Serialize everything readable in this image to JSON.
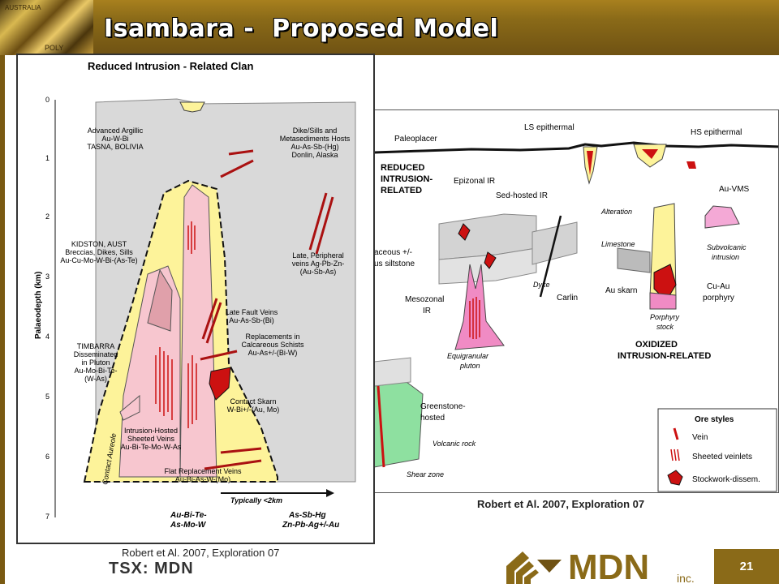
{
  "header": {
    "title": "Isambara -  Proposed Model",
    "photo_label": "AUSTRALIA",
    "photo_label_2": "POLY"
  },
  "left_figure": {
    "title": "Reduced Intrusion - Related Clan",
    "axis_label": "Palaeodepth (km)",
    "ticks": [
      "0",
      "1",
      "2",
      "3",
      "4",
      "5",
      "6",
      "7"
    ],
    "labels": {
      "advanced_argillic": [
        "Advanced Argillic",
        "Au-W-Bi",
        "TASNA, BOLIVIA"
      ],
      "dike_sills": [
        "Dike/Sills and",
        "Metasediments Hosts",
        "Au-As-Sb-(Hg)",
        "Donlin, Alaska"
      ],
      "kidston": [
        "KIDSTON, AUST",
        "Breccias, Dikes, Sills",
        "Au-Cu-Mo-W-Bi-(As-Te)"
      ],
      "late_peripheral": [
        "Late, Peripheral",
        "veins Ag-Pb-Zn-",
        "(Au-Sb-As)"
      ],
      "late_fault": [
        "Late Fault Veins",
        "Au-As-Sb-(Bi)"
      ],
      "replacements": [
        "Replacements in",
        "Calcareous Schists",
        "Au-As+/-(Bi-W)"
      ],
      "timbarra": [
        "TIMBARRA",
        "Disseminated",
        "in Pluton",
        "Au-Mo-Bi-Te-",
        "(W-As)"
      ],
      "contact_skarn": [
        "Contact Skarn",
        "W-Bi+/-(Au, Mo)"
      ],
      "sheeted_veins": [
        "Intrusion-Hosted",
        "Sheeted Veins",
        "Au-Bi-Te-Mo-W-As"
      ],
      "flat_replacement": [
        "Flat Replacement Veins",
        "Au-Bi-As-W-(Mo)"
      ],
      "contact_aureole": "Contact Aureole",
      "typically": "Typically <2km",
      "bottom_left": [
        "Au-Bi-Te-",
        "As-Mo-W"
      ],
      "bottom_right": [
        "As-Sb-Hg",
        "Zn-Pb-Ag+/-Au"
      ]
    }
  },
  "right_figure": {
    "labels": {
      "paleoplacer": "Paleoplacer",
      "ls_epithermal": "LS epithermal",
      "hs_epithermal": "HS epithermal",
      "reduced": [
        "REDUCED",
        "INTRUSION-",
        "RELATED"
      ],
      "epizonal": "Epizonal IR",
      "sed_hosted": "Sed-hosted IR",
      "au_vms": "Au-VMS",
      "alteration": "Alteration",
      "limestone": "Limestone",
      "subvolcanic": [
        "Subvolcanic",
        "intrusion"
      ],
      "calcareous": [
        "aceous +/-",
        "us siltstone"
      ],
      "mesozonal": [
        "Mesozonal",
        "IR"
      ],
      "carlin": "Carlin",
      "dyke": "Dyke",
      "au_skarn": "Au skarn",
      "cu_au": [
        "Cu-Au",
        "porphyry"
      ],
      "porphyry_stock": [
        "Porphyry",
        "stock"
      ],
      "oxidized": [
        "OXIDIZED",
        "INTRUSION-RELATED"
      ],
      "equigranular": [
        "Equigranular",
        "pluton"
      ],
      "greenstone": [
        "Greenstone-",
        "hosted"
      ],
      "volcanic_rock": "Volcanic rock",
      "shear_zone": "Shear zone"
    },
    "legend": {
      "title": "Ore styles",
      "items": [
        "Vein",
        "Sheeted veinlets",
        "Stockwork-dissem."
      ]
    }
  },
  "captions": {
    "left": "Robert et Al. 2007, Exploration 07",
    "right": "Robert et Al. 2007, Exploration 07"
  },
  "footer": {
    "ticker": "TSX: MDN",
    "page_number": "21",
    "logo_text": "MDN",
    "logo_suffix": "inc."
  },
  "colors": {
    "header_gold": "#8a6a18",
    "intrusion_pink": "#f7c6cf",
    "aureole_yellow": "#fdf39a",
    "vein_red": "#cc1111",
    "host_grey": "#d9d9d9"
  }
}
